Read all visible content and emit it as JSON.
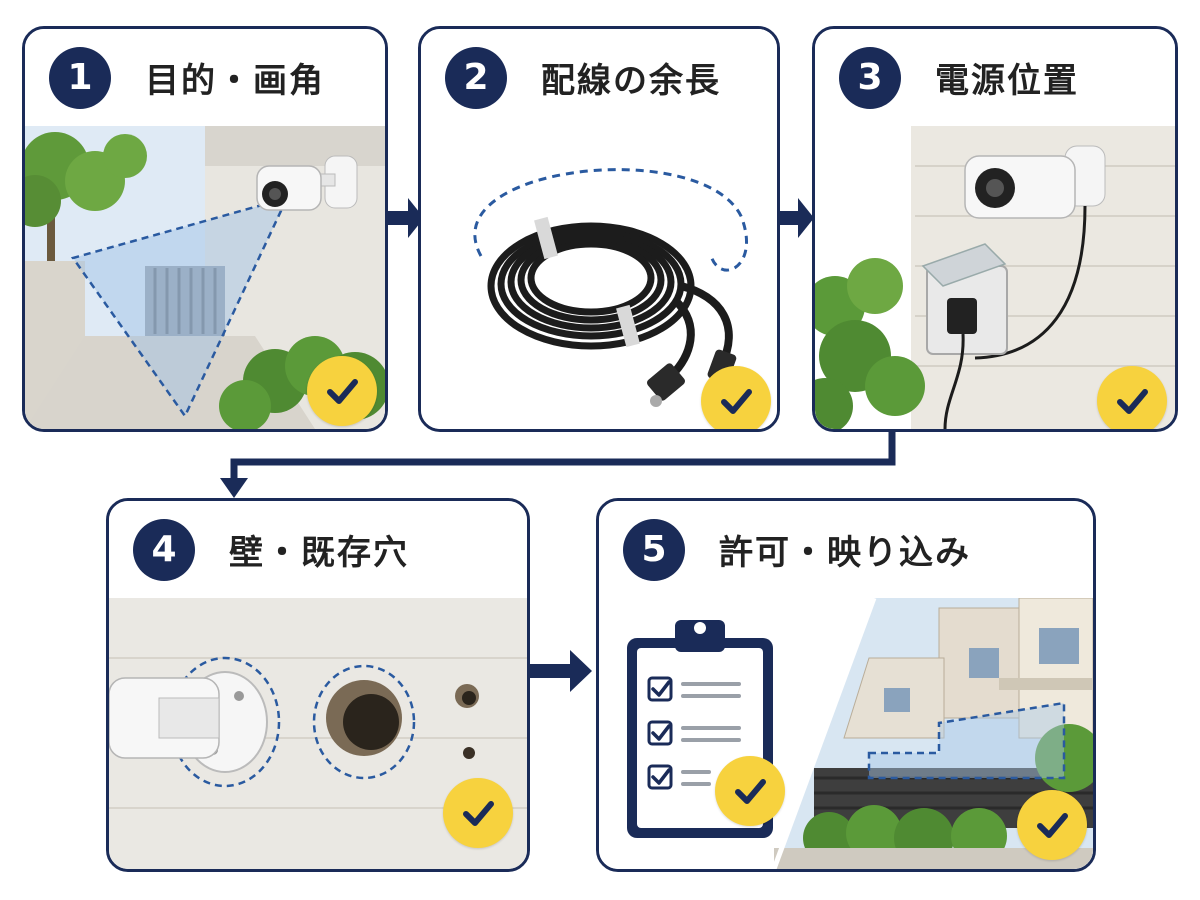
{
  "steps": [
    {
      "number": "1",
      "title": "目的・画角"
    },
    {
      "number": "2",
      "title": "配線の余長"
    },
    {
      "number": "3",
      "title": "電源位置"
    },
    {
      "number": "4",
      "title": "壁・既存穴"
    },
    {
      "number": "5",
      "title": "許可・映り込み"
    }
  ],
  "colors": {
    "navy": "#1a2b58",
    "check_yellow": "#f7d23e",
    "dashed_blue": "#2a5aa0"
  },
  "icons": [
    "security-camera-icon",
    "cable-coil-icon",
    "power-outlet-icon",
    "wall-hole-icon",
    "clipboard-checklist-icon",
    "check-icon"
  ]
}
